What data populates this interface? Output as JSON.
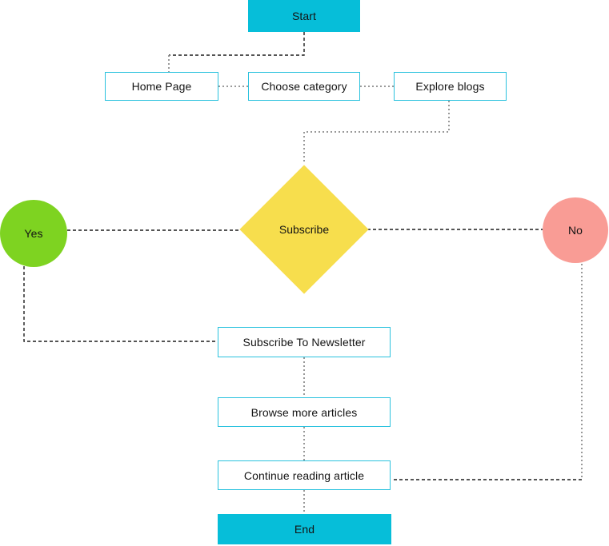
{
  "nodes": {
    "start": {
      "label": "Start",
      "type": "terminal"
    },
    "home": {
      "label": "Home Page",
      "type": "process"
    },
    "choose": {
      "label": "Choose category",
      "type": "process"
    },
    "explore": {
      "label": "Explore blogs",
      "type": "process"
    },
    "subscribe": {
      "label": "Subscribe",
      "type": "decision"
    },
    "yes": {
      "label": "Yes",
      "type": "answer"
    },
    "no": {
      "label": "No",
      "type": "answer"
    },
    "newsletter": {
      "label": "Subscribe To Newsletter",
      "type": "process"
    },
    "browse": {
      "label": "Browse more articles",
      "type": "process"
    },
    "continue": {
      "label": "Continue reading article",
      "type": "process"
    },
    "end": {
      "label": "End",
      "type": "terminal"
    }
  },
  "colors": {
    "cyan": "#06BED9",
    "box-border": "#2BC2DE",
    "yellow": "#F7DE4D",
    "green": "#7ED321",
    "pink": "#F99C95",
    "line-black": "#1c1c1c",
    "line-gray": "#9a9a9a",
    "text": "#141414"
  }
}
